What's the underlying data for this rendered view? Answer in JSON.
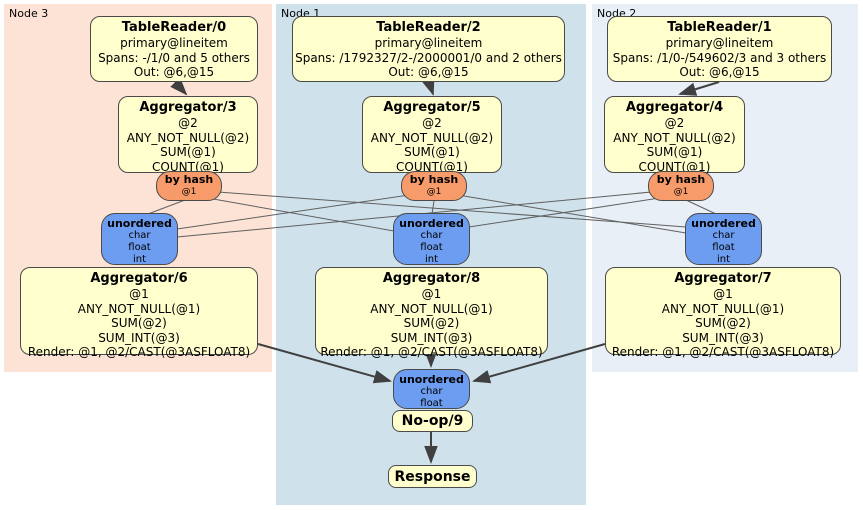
{
  "node_groups": [
    {
      "label": "Node 3"
    },
    {
      "label": "Node 1"
    },
    {
      "label": "Node 2"
    }
  ],
  "processors": {
    "tr0": {
      "title": "TableReader/0",
      "lines": [
        "primary@lineitem",
        "Spans: -/1/0 and 5 others",
        "Out: @6,@15"
      ]
    },
    "tr2": {
      "title": "TableReader/2",
      "lines": [
        "primary@lineitem",
        "Spans: /1792327/2-/2000001/0 and 2 others",
        "Out: @6,@15"
      ]
    },
    "tr1": {
      "title": "TableReader/1",
      "lines": [
        "primary@lineitem",
        "Spans: /1/0-/549602/3 and 3 others",
        "Out: @6,@15"
      ]
    },
    "agg3": {
      "title": "Aggregator/3",
      "lines": [
        "@2",
        "ANY_NOT_NULL(@2)",
        "SUM(@1)",
        "COUNT(@1)"
      ]
    },
    "agg5": {
      "title": "Aggregator/5",
      "lines": [
        "@2",
        "ANY_NOT_NULL(@2)",
        "SUM(@1)",
        "COUNT(@1)"
      ]
    },
    "agg4": {
      "title": "Aggregator/4",
      "lines": [
        "@2",
        "ANY_NOT_NULL(@2)",
        "SUM(@1)",
        "COUNT(@1)"
      ]
    },
    "agg6": {
      "title": "Aggregator/6",
      "lines": [
        "@1",
        "ANY_NOT_NULL(@1)",
        "SUM(@2)",
        "SUM_INT(@3)",
        "Render: @1, @2/CAST(@3ASFLOAT8)"
      ]
    },
    "agg8": {
      "title": "Aggregator/8",
      "lines": [
        "@1",
        "ANY_NOT_NULL(@1)",
        "SUM(@2)",
        "SUM_INT(@3)",
        "Render: @1, @2/CAST(@3ASFLOAT8)"
      ]
    },
    "agg7": {
      "title": "Aggregator/7",
      "lines": [
        "@1",
        "ANY_NOT_NULL(@1)",
        "SUM(@2)",
        "SUM_INT(@3)",
        "Render: @1, @2/CAST(@3ASFLOAT8)"
      ]
    },
    "noop": {
      "title": "No-op/9"
    },
    "response": {
      "title": "Response"
    }
  },
  "routers": {
    "r3": {
      "title": "by hash",
      "detail": "@1"
    },
    "r5": {
      "title": "by hash",
      "detail": "@1"
    },
    "r4": {
      "title": "by hash",
      "detail": "@1"
    }
  },
  "syncs": {
    "left": {
      "title": "unordered",
      "lines": [
        "char",
        "float",
        "int"
      ]
    },
    "middle": {
      "title": "unordered",
      "lines": [
        "char",
        "float",
        "int"
      ]
    },
    "right": {
      "title": "unordered",
      "lines": [
        "char",
        "float",
        "int"
      ]
    },
    "final": {
      "title": "unordered",
      "lines": [
        "char",
        "float"
      ]
    }
  },
  "colors": {
    "node3_bg": "#fce3d6",
    "node1_bg": "#cfe1ea",
    "node2_bg": "#e8eff6",
    "processor_bg": "#ffffcd",
    "router_bg": "#f89b6b",
    "sync_bg": "#6d9df0",
    "edge": "#606060",
    "arrow": "#404040"
  }
}
